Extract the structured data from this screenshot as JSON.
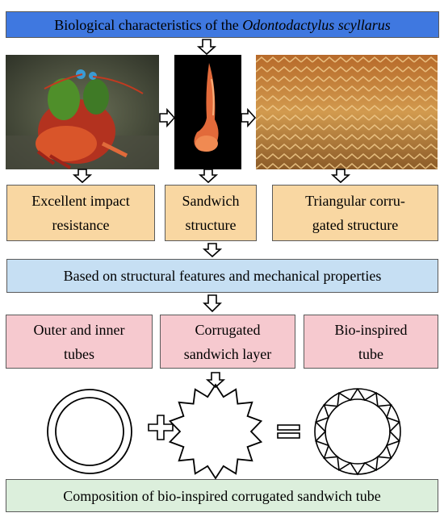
{
  "title": {
    "prefix": "Biological characteristics of the ",
    "species": "Odontodactylus scyllarus"
  },
  "features": [
    {
      "line1": "Excellent impact",
      "line2": "resistance"
    },
    {
      "line1": "Sandwich",
      "line2": "structure"
    },
    {
      "line1": "Triangular corru-",
      "line2": "gated structure"
    }
  ],
  "basis": "Based on structural features and mechanical properties",
  "components": [
    {
      "line1": "Outer and inner",
      "line2": "tubes"
    },
    {
      "line1": "Corrugated",
      "line2": "sandwich layer"
    },
    {
      "line1": "Bio-inspired",
      "line2": "tube"
    }
  ],
  "operators": {
    "plus": "+",
    "equals": "="
  },
  "footer": "Composition of bio-inspired corrugated sandwich tube",
  "colors": {
    "title_bg": "#3f78e0",
    "feature_bg": "#f9d7a2",
    "basis_bg": "#c6dff3",
    "component_bg": "#f6c9cf",
    "footer_bg": "#dcefdc"
  }
}
